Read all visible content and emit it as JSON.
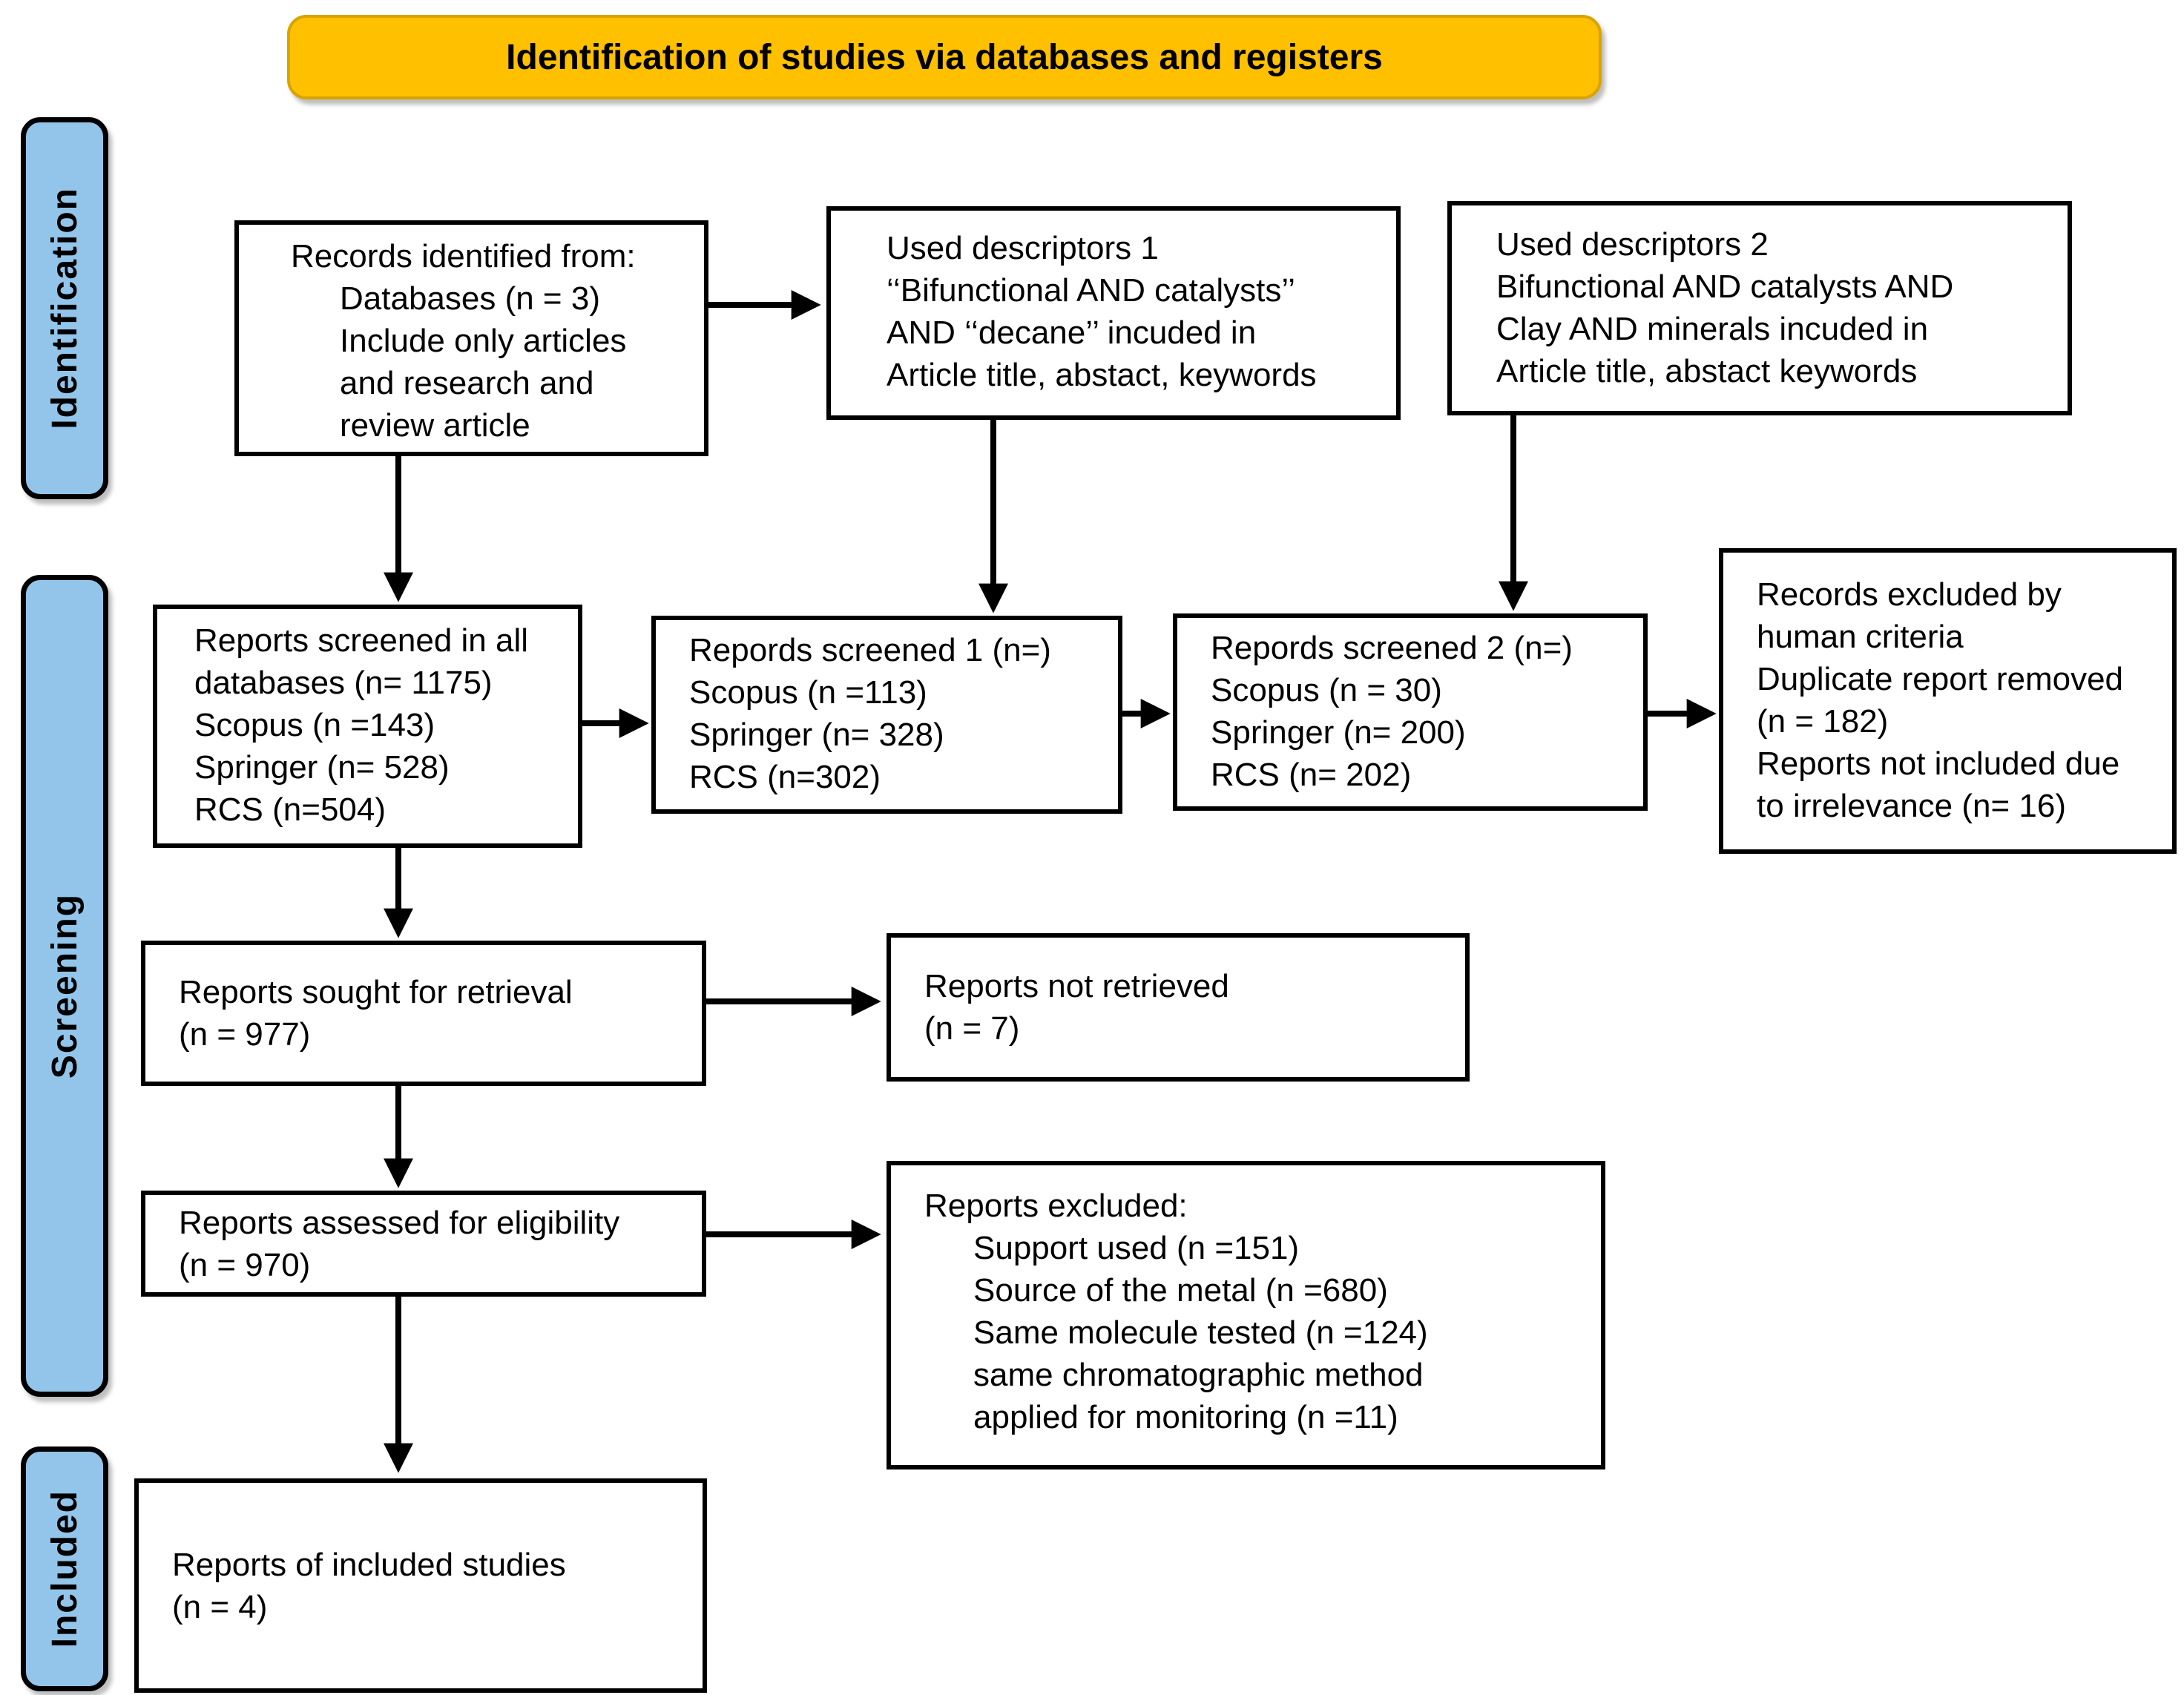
{
  "banner": {
    "label": "Identification of studies via databases and registers"
  },
  "stages": {
    "identification": "Identification",
    "screening": "Screening",
    "included": "Included"
  },
  "colors": {
    "banner_bg": "#FFC000",
    "banner_border": "#D9A400",
    "stage_bg": "#92C5E9",
    "box_border": "#000000",
    "arrow": "#000000"
  },
  "boxes": {
    "records_identified": {
      "lines": [
        "Records identified from:",
        "Databases (n = 3)",
        "Include only articles",
        "and research and",
        "review article"
      ]
    },
    "descriptors1": {
      "lines": [
        "Used descriptors 1",
        "‘‘Bifunctional AND catalysts’’",
        "AND ‘‘decane’’ incuded in",
        "Article title, abstact, keywords"
      ]
    },
    "descriptors2": {
      "lines": [
        "Used descriptors 2",
        "Bifunctional AND catalysts AND",
        "Clay AND minerals incuded in",
        "Article title, abstact keywords"
      ]
    },
    "screened_all": {
      "lines": [
        "Reports screened in all",
        "databases (n= 1175)",
        "Scopus (n =143)",
        "Springer (n= 528)",
        "RCS (n=504)"
      ]
    },
    "screened_1": {
      "lines": [
        "Repords screened 1 (n=)",
        "Scopus (n =113)",
        "Springer (n= 328)",
        "RCS (n=302)"
      ]
    },
    "screened_2": {
      "lines": [
        "Repords screened 2 (n=)",
        "Scopus (n = 30)",
        "Springer (n= 200)",
        "RCS (n= 202)"
      ]
    },
    "records_excluded": {
      "lines": [
        "Records excluded by",
        "human criteria",
        "Duplicate report removed",
        "(n = 182)",
        "Reports not included due",
        "to irrelevance (n= 16)"
      ]
    },
    "sought": {
      "lines": [
        "Reports sought for retrieval",
        "(n = 977)"
      ]
    },
    "not_retrieved": {
      "lines": [
        "Reports not retrieved",
        "(n = 7)"
      ]
    },
    "assessed": {
      "lines": [
        "Reports assessed for eligibility",
        "(n = 970)"
      ]
    },
    "reports_excluded": {
      "lines": [
        "Reports excluded:",
        "Support used (n =151)",
        "Source of the metal (n =680)",
        "Same molecule tested (n =124)",
        "same chromatographic method",
        "applied for monitoring (n =11)"
      ]
    },
    "included_studies": {
      "lines": [
        "Reports of included studies",
        "(n = 4)"
      ]
    }
  }
}
